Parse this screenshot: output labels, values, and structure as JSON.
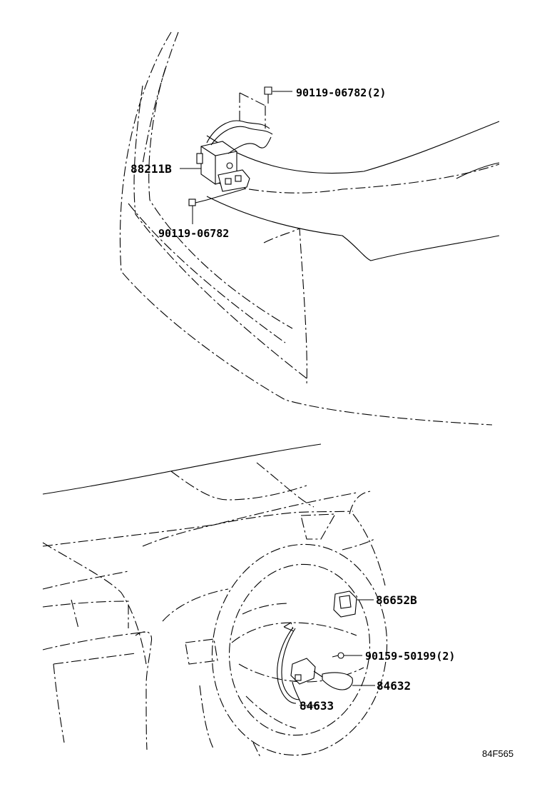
{
  "labels": {
    "bolt_top": "90119-06782(2)",
    "sensor": "88211B",
    "bolt_bottom": "90119-06782",
    "switch_right": "86652B",
    "screw": "90159-50199(2)",
    "switch_lever": "84632",
    "wire": "84633"
  },
  "figure_code": "84F565"
}
